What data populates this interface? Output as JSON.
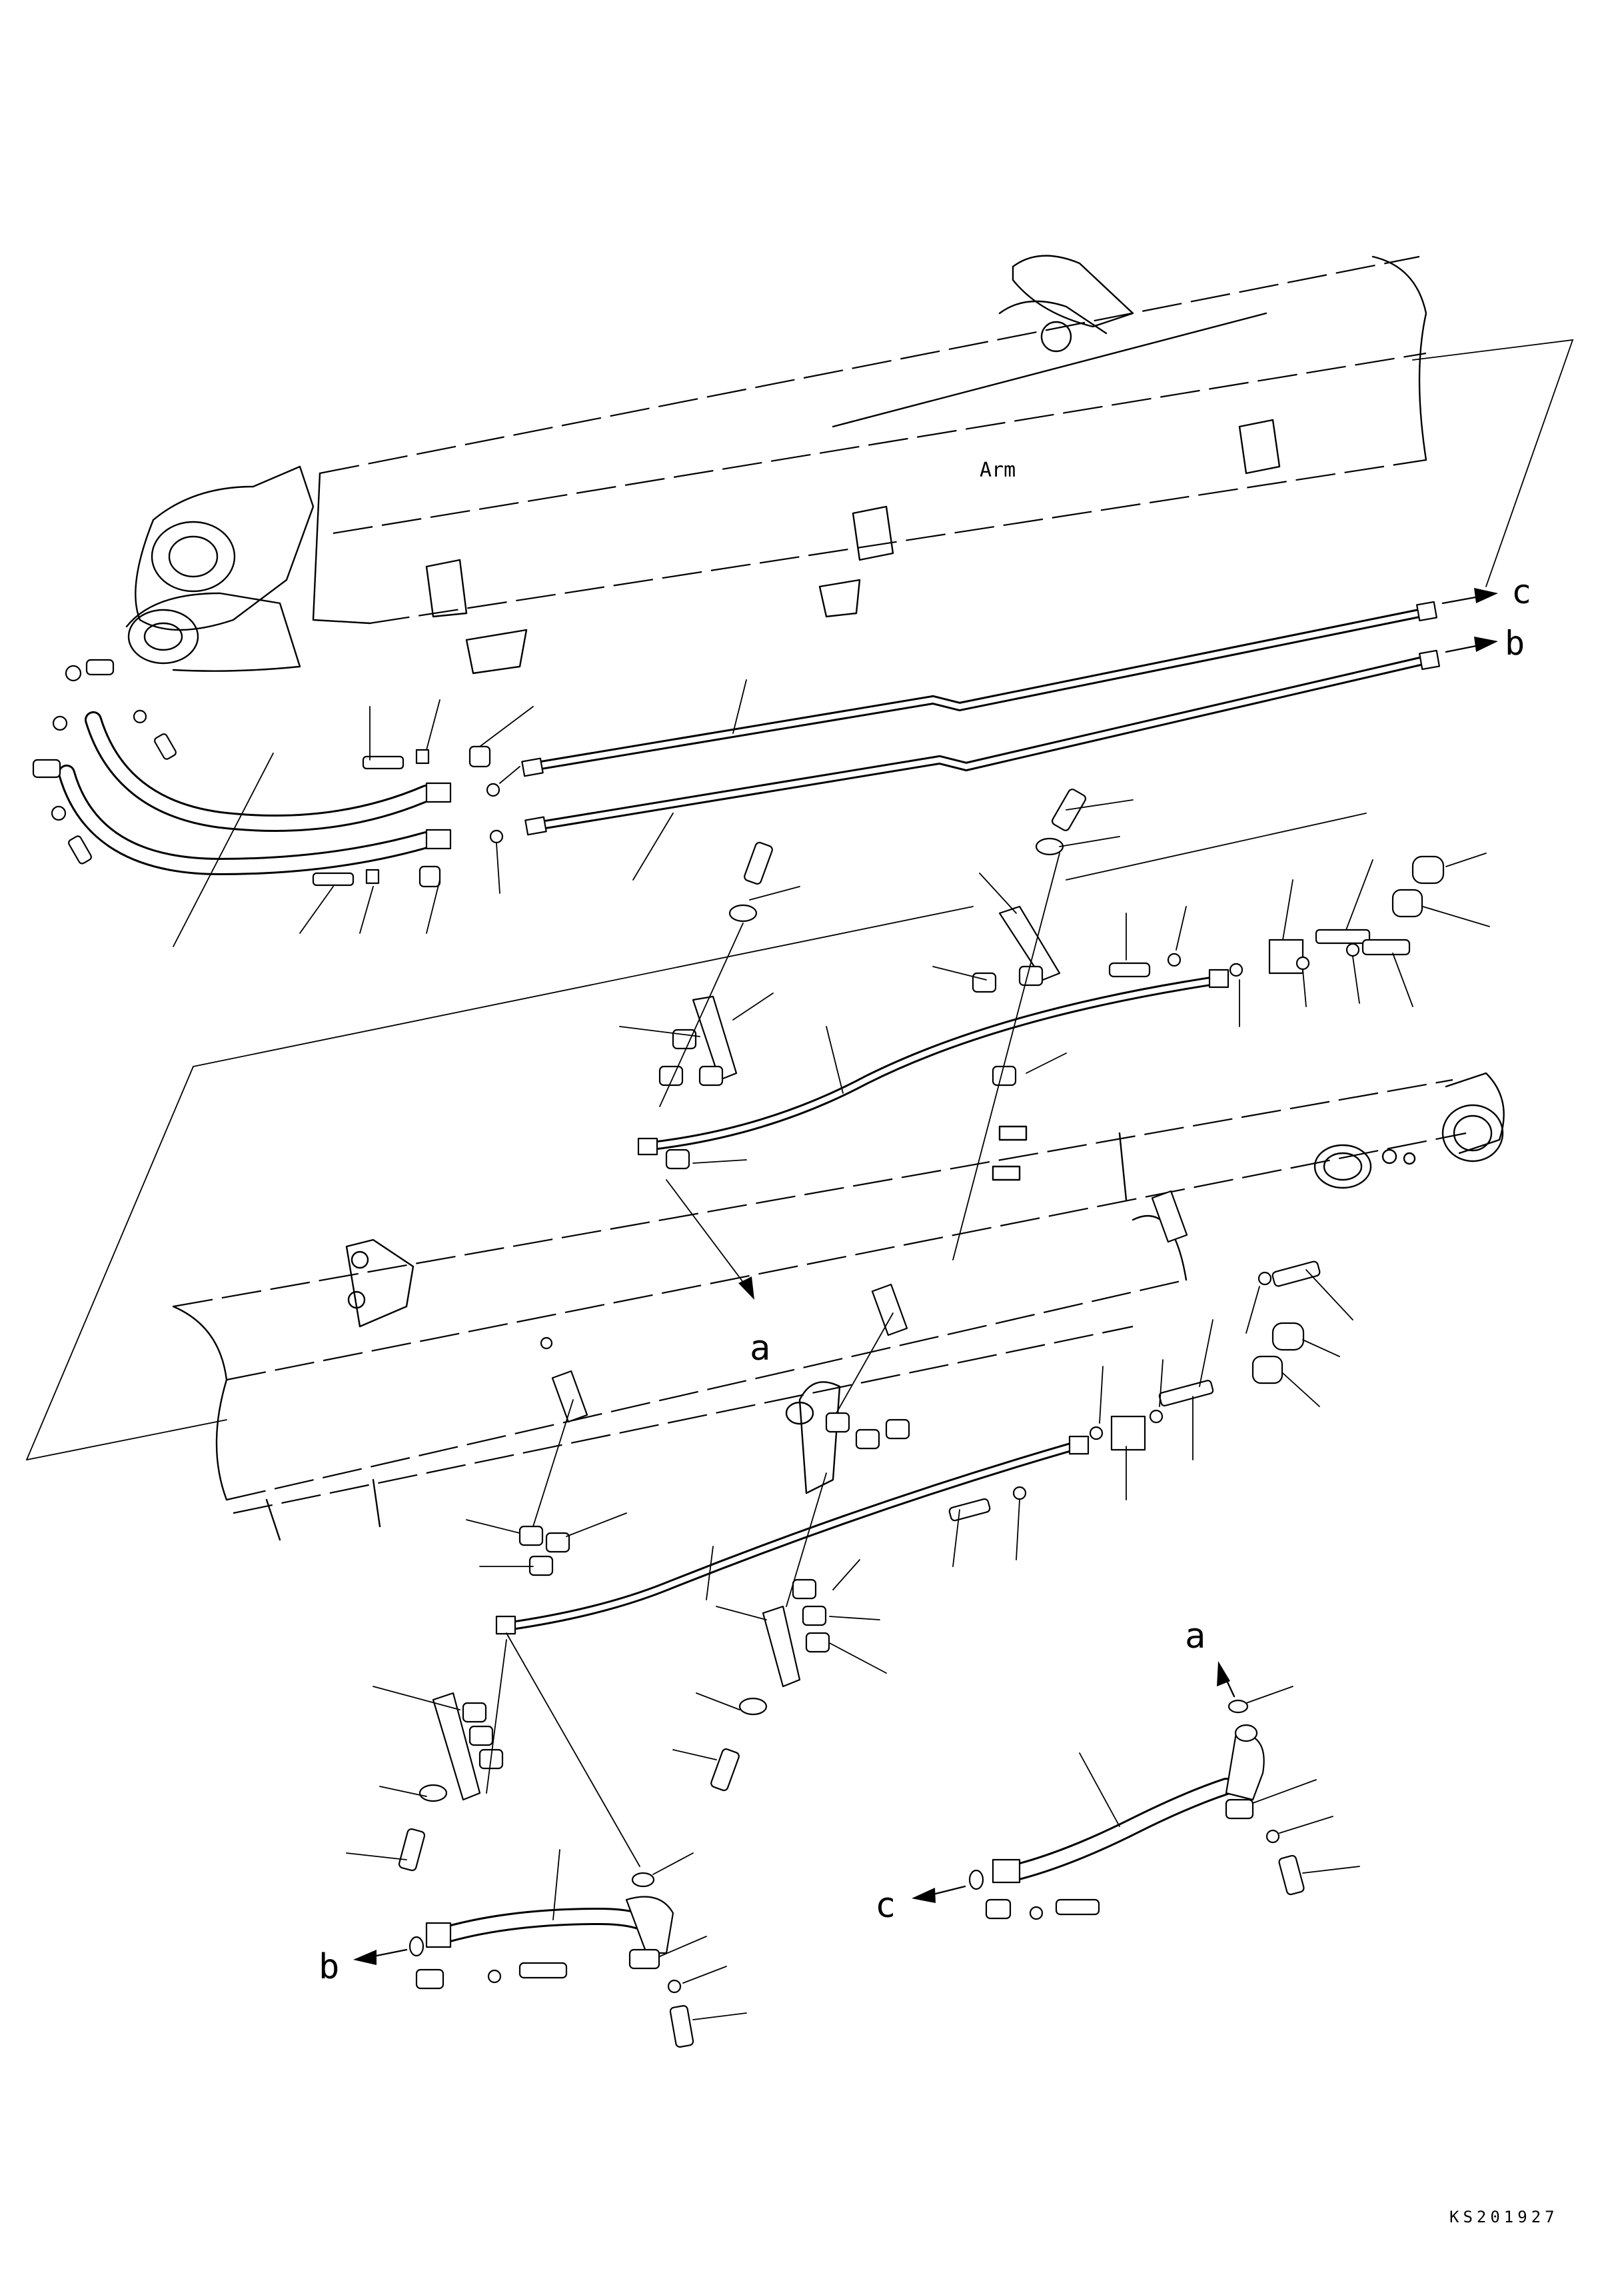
{
  "labels": {
    "arm": "Arm",
    "ref_a_top": "a",
    "ref_a_bottom": "a",
    "ref_b_top": "b",
    "ref_b_bottom": "b",
    "ref_c_top": "c",
    "ref_c_bottom": "c"
  },
  "drawing_code": "KS201927",
  "colors": {
    "line": "#000000",
    "background": "#ffffff"
  }
}
